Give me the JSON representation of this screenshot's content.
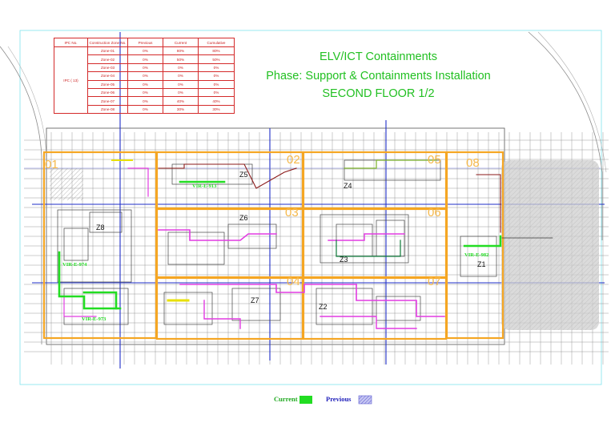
{
  "title": {
    "line1": "ELV/ICT Containments",
    "line2": "Phase: Support & Containments Installation",
    "line3": "SECOND FLOOR 1/2"
  },
  "progress_table": {
    "headers": [
      "IPC No.",
      "Construction Zone No.",
      "Previous",
      "Current",
      "Cumulative"
    ],
    "ipc_label": "IPC ( 13)",
    "rows": [
      {
        "zone": "Zone-01",
        "previous": "0%",
        "current": "80%",
        "cumulative": "80%"
      },
      {
        "zone": "Zone-02",
        "previous": "0%",
        "current": "50%",
        "cumulative": "50%"
      },
      {
        "zone": "Zone-03",
        "previous": "0%",
        "current": "0%",
        "cumulative": "0%"
      },
      {
        "zone": "Zone-04",
        "previous": "0%",
        "current": "0%",
        "cumulative": "0%"
      },
      {
        "zone": "Zone-05",
        "previous": "0%",
        "current": "0%",
        "cumulative": "0%"
      },
      {
        "zone": "Zone-06",
        "previous": "0%",
        "current": "0%",
        "cumulative": "0%"
      },
      {
        "zone": "Zone-07",
        "previous": "0%",
        "current": "40%",
        "cumulative": "40%"
      },
      {
        "zone": "Zone-08",
        "previous": "0%",
        "current": "30%",
        "cumulative": "30%"
      }
    ]
  },
  "plan": {
    "area_labels": [
      "01",
      "02",
      "03",
      "04",
      "05",
      "06",
      "07",
      "08"
    ],
    "zone_labels": [
      "Z1",
      "Z2",
      "Z3",
      "Z4",
      "Z5",
      "Z6",
      "Z7",
      "Z8"
    ],
    "riser_labels": [
      "VIR-E-913",
      "VIR-E-974",
      "VIR-E-973",
      "VIR-E-982"
    ]
  },
  "legend": {
    "current_label": "Current",
    "previous_label": "Previous",
    "current_color": "#22dd22",
    "previous_color": "#8c8ce8"
  },
  "colors": {
    "title_green": "#22c022",
    "table_red": "#d42a2a",
    "area_orange": "#f5a623",
    "grid_blue": "#1f2fc8",
    "frame_cyan": "#7fe3ee"
  }
}
